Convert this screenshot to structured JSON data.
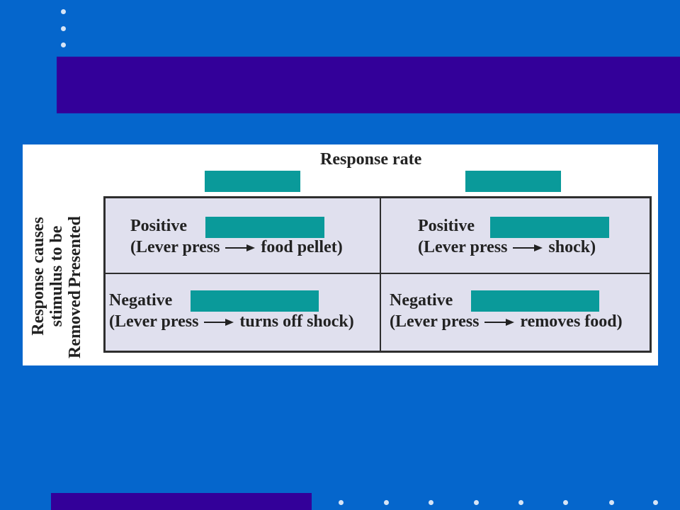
{
  "colors": {
    "background": "#0566cc",
    "band": "#330099",
    "teal": "#0a9a9a",
    "grid_fill": "#e0e0ee"
  },
  "figure": {
    "header": "Response rate",
    "side_label": {
      "line1": "Response causes",
      "line2": "stimulus to be",
      "removed": "Removed",
      "presented": "Presented"
    },
    "cells": {
      "top_left": {
        "type": "Positive",
        "open": "(Lever press",
        "result": "food pellet)"
      },
      "top_right": {
        "type": "Positive",
        "open": "(Lever press",
        "result": "shock)"
      },
      "bottom_left": {
        "type": "Negative",
        "open": "(Lever press",
        "result": "turns off shock)"
      },
      "bottom_right": {
        "type": "Negative",
        "open": "(Lever press",
        "result": "removes food)"
      }
    },
    "arrow_icon": "right-arrow-icon"
  }
}
